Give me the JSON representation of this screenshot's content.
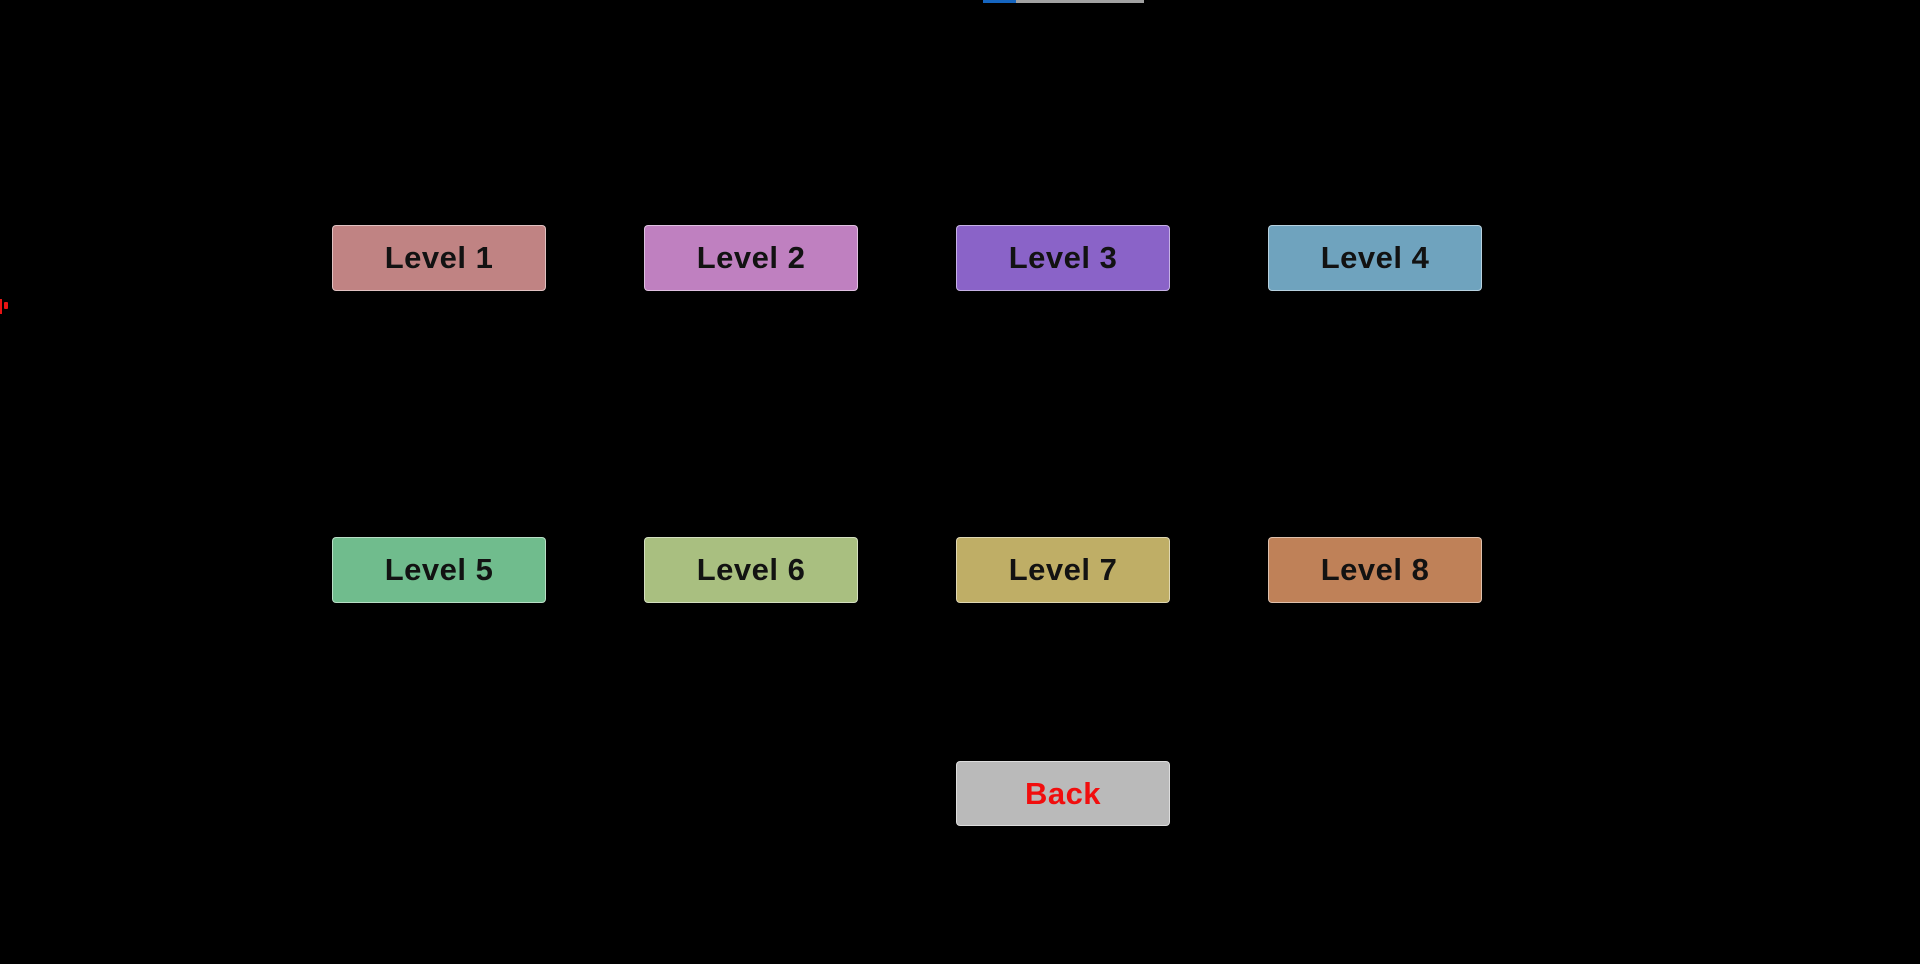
{
  "screen": {
    "background": "#000000"
  },
  "top_progress_bar": {
    "track_color": "#a2a2a2",
    "progress_color": "#1565c0",
    "progress_percent": 20.5
  },
  "edge_marker": {
    "color": "#e81414"
  },
  "levels": [
    {
      "label": "Level 1",
      "color": "#c08383"
    },
    {
      "label": "Level 2",
      "color": "#bf80c0"
    },
    {
      "label": "Level 3",
      "color": "#8a63c8"
    },
    {
      "label": "Level 4",
      "color": "#6fa3be"
    },
    {
      "label": "Level 5",
      "color": "#70bc8d"
    },
    {
      "label": "Level 6",
      "color": "#a9bf80"
    },
    {
      "label": "Level 7",
      "color": "#bfae66"
    },
    {
      "label": "Level 8",
      "color": "#bf8158"
    }
  ],
  "back_button": {
    "label": "Back",
    "background": "#bababa",
    "text_color": "#f10e0e"
  }
}
